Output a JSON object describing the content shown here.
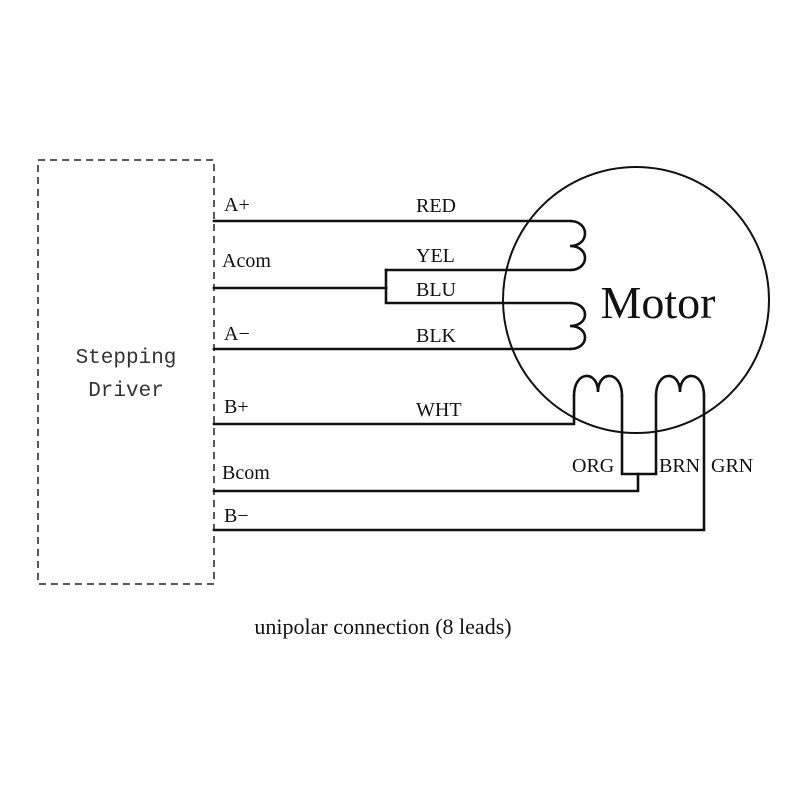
{
  "driver": {
    "label_line1": "Stepping",
    "label_line2": "Driver"
  },
  "terminals": {
    "a_plus": "A+",
    "a_com": "Acom",
    "a_minus": "A−",
    "b_plus": "B+",
    "b_com": "Bcom",
    "b_minus": "B−"
  },
  "wires": {
    "red": "RED",
    "yel": "YEL",
    "blu": "BLU",
    "blk": "BLK",
    "wht": "WHT",
    "org": "ORG",
    "brn": "BRN",
    "grn": "GRN"
  },
  "motor": {
    "label": "Motor"
  },
  "caption": "unipolar connection (8 leads)"
}
